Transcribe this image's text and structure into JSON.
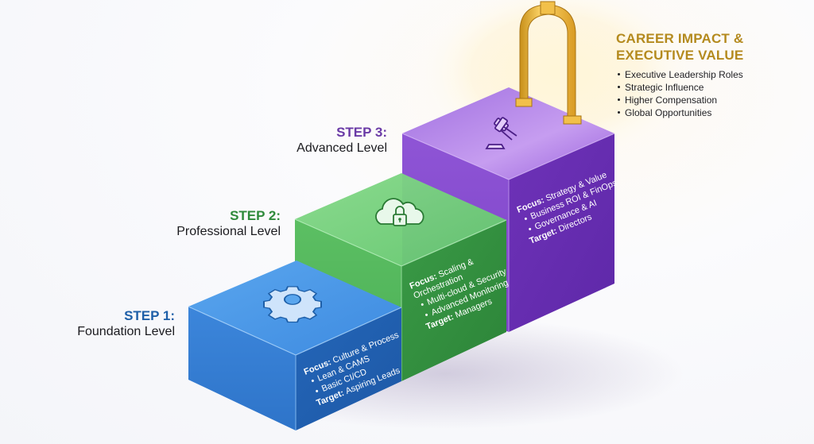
{
  "steps": [
    {
      "number": "STEP 1:",
      "level": "Foundation Level",
      "icon": "gear-icon",
      "color": "#2f7ad6",
      "focus_label": "Focus:",
      "focus": "Culture & Process",
      "focus_line2": "",
      "bullets": [
        "Lean & CAMS",
        "Basic CI/CD"
      ],
      "target_label": "Target:",
      "target": "Aspiring Leads"
    },
    {
      "number": "STEP 2:",
      "level": "Professional Level",
      "icon": "cloud-lock-icon",
      "color": "#3aa54a",
      "focus_label": "Focus:",
      "focus": "Scaling &",
      "focus_line2": "Orchestration",
      "bullets": [
        "Multi-cloud & Security",
        "Advanced Monitoring"
      ],
      "target_label": "Target:",
      "target": "Managers"
    },
    {
      "number": "STEP 3:",
      "level": "Advanced Level",
      "icon": "gavel-icon",
      "color": "#7a3fc4",
      "focus_label": "Focus:",
      "focus": "Strategy & Value",
      "focus_line2": "",
      "bullets": [
        "Business ROI & FinOps",
        "Governance & AI"
      ],
      "target_label": "Target:",
      "target": "Directors"
    }
  ],
  "impact": {
    "title_line1": "CAREER IMPACT &",
    "title_line2": "EXECUTIVE VALUE",
    "icon": "golden-archway-icon",
    "bullets": [
      "Executive Leadership Roles",
      "Strategic Influence",
      "Higher Compensation",
      "Global Opportunities"
    ]
  },
  "colors": {
    "gold": "#b48a1e",
    "blue": "#2f7ad6",
    "green": "#3aa54a",
    "purple": "#7a3fc4"
  }
}
